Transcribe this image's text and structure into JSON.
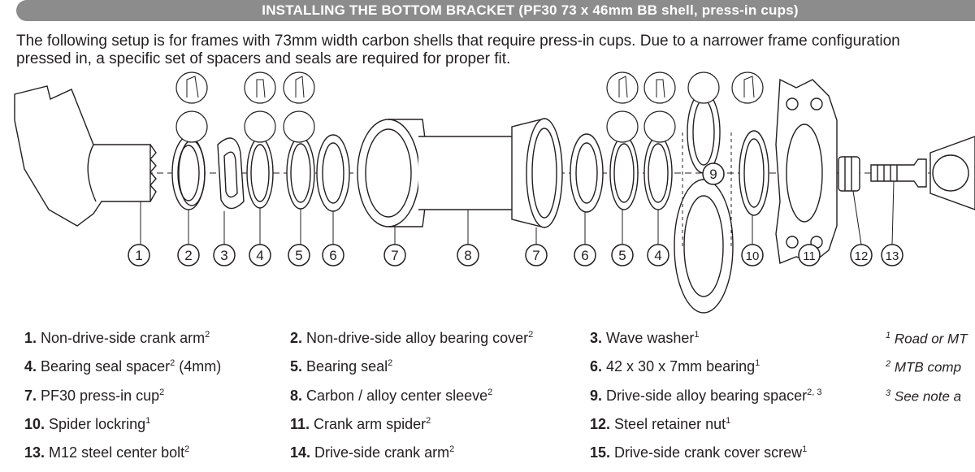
{
  "header": {
    "title": "INSTALLING THE BOTTOM BRACKET (PF30 73 x 46mm BB shell, press-in cups)"
  },
  "intro": {
    "line1": "The following setup is for frames with 73mm width carbon shells that require press-in cups. Due to a narrower frame configuration",
    "line2": "pressed in, a specific set of spacers and seals are required for proper fit."
  },
  "callouts": [
    "1",
    "2",
    "3",
    "4",
    "5",
    "6",
    "7",
    "8",
    "7",
    "6",
    "5",
    "4",
    "10",
    "11",
    "12",
    "13",
    "9"
  ],
  "legend": [
    {
      "num": "1.",
      "text": "Non-drive-side crank arm",
      "sup": "2"
    },
    {
      "num": "2.",
      "text": "Non-drive-side alloy bearing cover",
      "sup": "2"
    },
    {
      "num": "3.",
      "text": "Wave washer",
      "sup": "1"
    },
    {
      "num": "4.",
      "text": "Bearing seal spacer",
      "sup": "2",
      "suffix": " (4mm)"
    },
    {
      "num": "5.",
      "text": "Bearing seal",
      "sup": "2"
    },
    {
      "num": "6.",
      "text": "42 x 30 x 7mm bearing",
      "sup": "1"
    },
    {
      "num": "7.",
      "text": "PF30 press-in cup",
      "sup": "2"
    },
    {
      "num": "8.",
      "text": "Carbon / alloy center sleeve",
      "sup": "2"
    },
    {
      "num": "9.",
      "text": "Drive-side alloy bearing spacer",
      "sup": "2, 3"
    },
    {
      "num": "10.",
      "text": "Spider lockring",
      "sup": "1"
    },
    {
      "num": "11.",
      "text": "Crank arm spider",
      "sup": "2"
    },
    {
      "num": "12.",
      "text": "Steel retainer nut",
      "sup": "1"
    },
    {
      "num": "13.",
      "text": "M12 steel center bolt",
      "sup": "2"
    },
    {
      "num": "14.",
      "text": "Drive-side crank arm",
      "sup": "2"
    },
    {
      "num": "15.",
      "text": "Drive-side crank cover screw",
      "sup": "1"
    }
  ],
  "notes": [
    {
      "sup": "1",
      "text": "Road or MT"
    },
    {
      "sup": "2",
      "text": "MTB comp"
    },
    {
      "sup": "3",
      "text": "See note a"
    }
  ]
}
